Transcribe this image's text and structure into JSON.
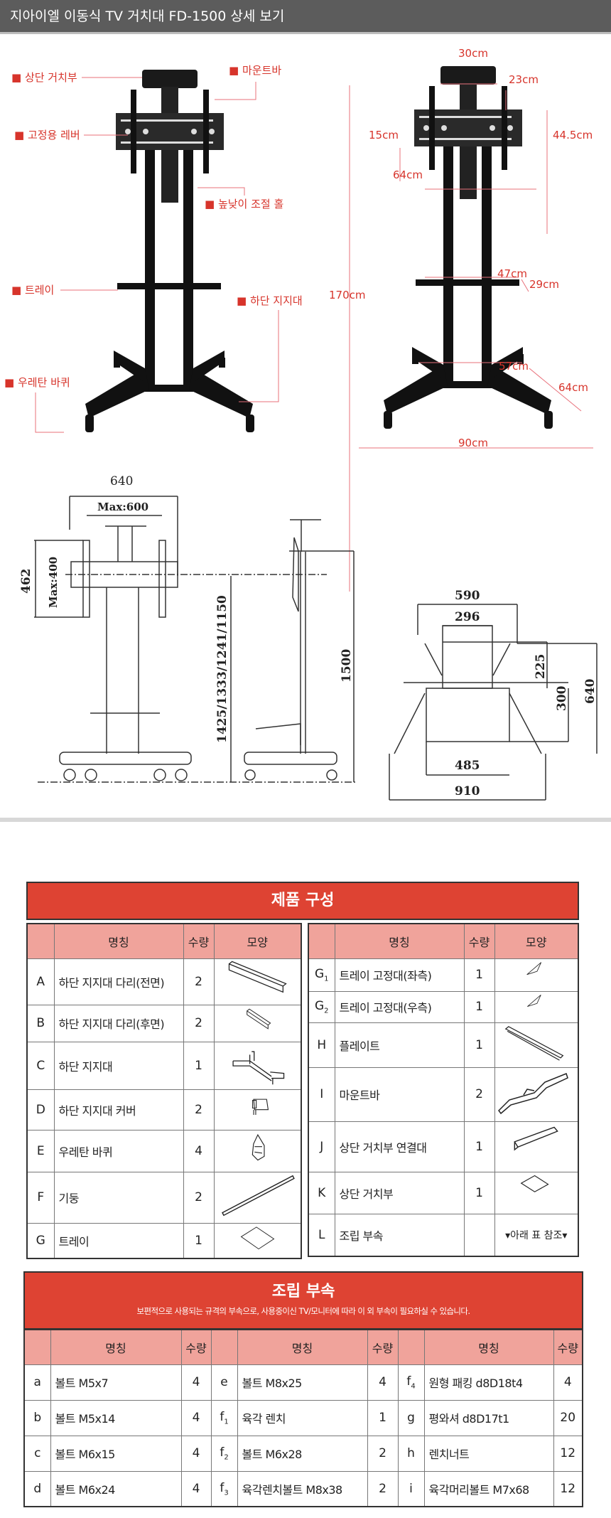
{
  "title": "지아이엘 이동식 TV 거치대 FD-1500 상세 보기",
  "photo_labels": {
    "top_holder": "■ 상단 거치부",
    "mount_bar": "■ 마운트바",
    "lever": "■ 고정용 레버",
    "height_hole": "■ 높낮이 조절 홀",
    "tray": "■ 트레이",
    "base": "■ 하단 지지대",
    "wheel": "■ 우레탄 바퀴"
  },
  "photo_dims": {
    "top_w": "30cm",
    "top_d": "23cm",
    "plate_h": "15cm",
    "mount_h": "44.5cm",
    "plate_w": "64cm",
    "total_h": "170cm",
    "tray_w": "47cm",
    "tray_d": "29cm",
    "base_w": "57cm",
    "base_d": "64cm",
    "base_total": "90cm"
  },
  "drawing_dims": {
    "width": "640",
    "max_width": "Max:600",
    "height": "462",
    "max_height": "Max:400",
    "center_heights": "1425/1333/1241/1150",
    "total": "1500",
    "top_590": "590",
    "top_296": "296",
    "d225": "225",
    "d300": "300",
    "d640": "640",
    "d485": "485",
    "d910": "910"
  },
  "accent_color": "#de4333",
  "components": {
    "title": "제품 구성",
    "headers": {
      "name": "명칭",
      "qty": "수량",
      "shape": "모양"
    },
    "left": [
      {
        "id": "A",
        "name": "하단 지지대 다리(전면)",
        "qty": "2",
        "icon": "long-bar-icon"
      },
      {
        "id": "B",
        "name": "하단 지지대 다리(후면)",
        "qty": "2",
        "icon": "short-bar-icon"
      },
      {
        "id": "C",
        "name": "하단 지지대",
        "qty": "1",
        "icon": "base-frame-icon"
      },
      {
        "id": "D",
        "name": "하단 지지대 커버",
        "qty": "2",
        "icon": "cover-icon"
      },
      {
        "id": "E",
        "name": "우레탄 바퀴",
        "qty": "4",
        "icon": "wheel-icon"
      },
      {
        "id": "F",
        "name": "기둥",
        "qty": "2",
        "icon": "pole-icon"
      },
      {
        "id": "G",
        "name": "트레이",
        "qty": "1",
        "icon": "tray-icon"
      }
    ],
    "right": [
      {
        "id": "G",
        "sub": "1",
        "name": "트레이 고정대(좌측)",
        "qty": "1",
        "icon": "bracket-icon"
      },
      {
        "id": "G",
        "sub": "2",
        "name": "트레이 고정대(우측)",
        "qty": "1",
        "icon": "bracket-icon"
      },
      {
        "id": "H",
        "name": "플레이트",
        "qty": "1",
        "icon": "plate-icon"
      },
      {
        "id": "I",
        "name": "마운트바",
        "qty": "2",
        "icon": "mount-bar-icon"
      },
      {
        "id": "J",
        "name": "상단 거치부 연결대",
        "qty": "1",
        "icon": "connector-icon"
      },
      {
        "id": "K",
        "name": "상단 거치부",
        "qty": "1",
        "icon": "top-shelf-icon"
      },
      {
        "id": "L",
        "name": "조립 부속",
        "qty": "",
        "ref": "▾아래 표 참조▾"
      }
    ]
  },
  "hardware": {
    "title": "조립 부속",
    "subtitle": "보편적으로 사용되는 규격의 부속으로, 사용중이신 TV/모니터에 따라 이 외 부속이 필요하실 수 있습니다.",
    "headers": {
      "name": "명칭",
      "qty": "수량"
    },
    "rows": [
      [
        {
          "id": "a",
          "name": "볼트 M5x7",
          "qty": "4"
        },
        {
          "id": "e",
          "name": "볼트 M8x25",
          "qty": "4"
        },
        {
          "id": "f",
          "sub": "4",
          "name": "원형 패킹 d8D18t4",
          "qty": "4"
        }
      ],
      [
        {
          "id": "b",
          "name": "볼트 M5x14",
          "qty": "4"
        },
        {
          "id": "f",
          "sub": "1",
          "name": "육각 렌치",
          "qty": "1"
        },
        {
          "id": "g",
          "name": "평와셔 d8D17t1",
          "qty": "20"
        }
      ],
      [
        {
          "id": "c",
          "name": "볼트 M6x15",
          "qty": "4"
        },
        {
          "id": "f",
          "sub": "2",
          "name": "볼트 M6x28",
          "qty": "2"
        },
        {
          "id": "h",
          "name": "렌치너트",
          "qty": "12"
        }
      ],
      [
        {
          "id": "d",
          "name": "볼트 M6x24",
          "qty": "4"
        },
        {
          "id": "f",
          "sub": "3",
          "name": "육각렌치볼트 M8x38",
          "qty": "2"
        },
        {
          "id": "i",
          "name": "육각머리볼트 M7x68",
          "qty": "12"
        }
      ]
    ]
  }
}
